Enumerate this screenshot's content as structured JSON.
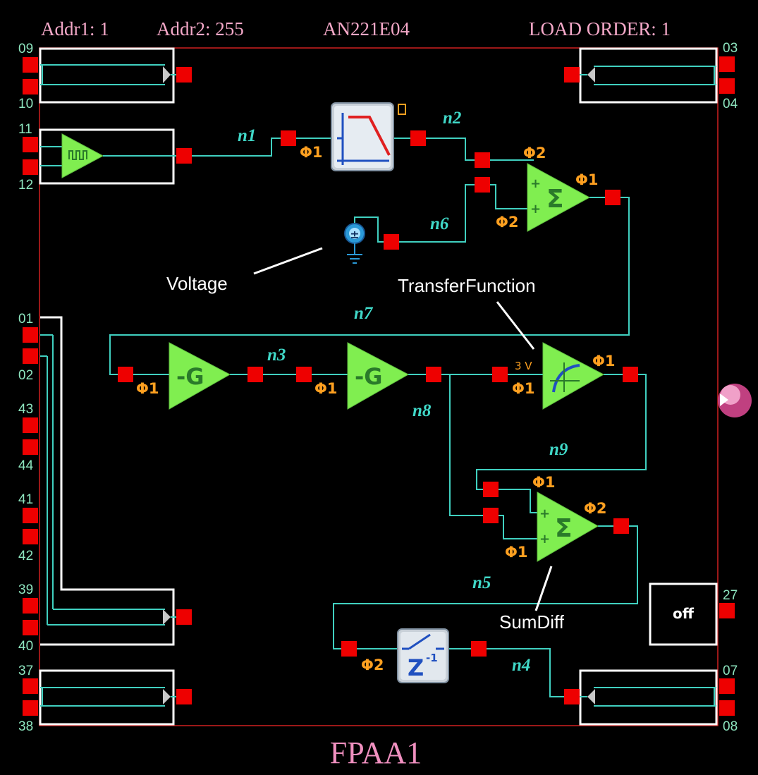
{
  "header": {
    "addr1": "Addr1: 1",
    "addr2": "Addr2: 255",
    "device": "AN221E04",
    "load_order": "LOAD ORDER: 1"
  },
  "footer": {
    "title": "FPAA1"
  },
  "pins": {
    "p09": "09",
    "p10": "10",
    "p11": "11",
    "p12": "12",
    "p01": "01",
    "p02": "02",
    "p43": "43",
    "p44": "44",
    "p41": "41",
    "p42": "42",
    "p39": "39",
    "p40": "40",
    "p37": "37",
    "p38": "38",
    "p03": "03",
    "p04": "04",
    "p27": "27",
    "p07": "07",
    "p08": "08"
  },
  "nets": {
    "n1": "n1",
    "n2": "n2",
    "n3": "n3",
    "n4": "n4",
    "n5": "n5",
    "n6": "n6",
    "n7": "n7",
    "n8": "n8",
    "n9": "n9"
  },
  "phases": {
    "phi1": "Φ1",
    "phi2": "Φ2"
  },
  "labels": {
    "voltage": "Voltage",
    "transfer_function": "TransferFunction",
    "sum_diff": "SumDiff",
    "tf_voltage": "3 V",
    "off_button": "off",
    "gain_symbol": "-G",
    "sum_symbol": "Σ",
    "plus": "+",
    "delay_z": "Z",
    "delay_exp": "-1"
  },
  "colors": {
    "background": "#000000",
    "wire": "#40d0c0",
    "pad": "#ee0000",
    "amp": "#80ee50",
    "phase": "#ffa020",
    "header": "#f4a8c8"
  }
}
